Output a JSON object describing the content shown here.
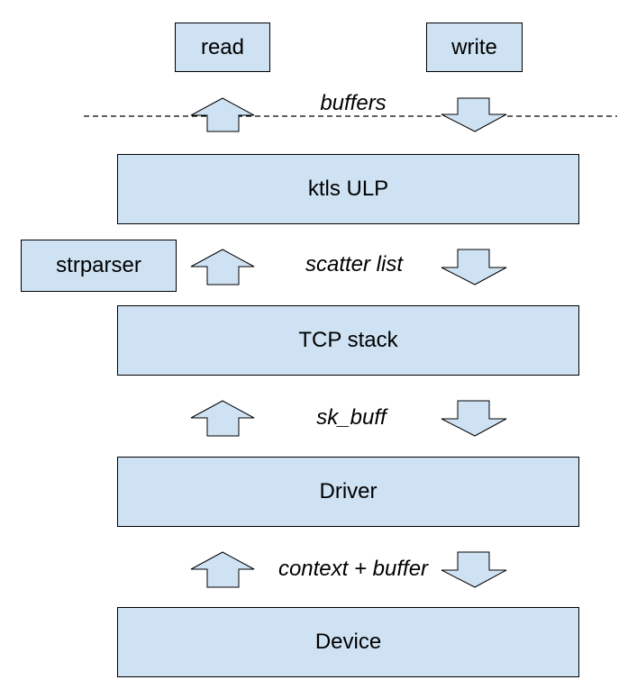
{
  "colors": {
    "box_fill": "#cfe2f3",
    "box_stroke": "#000000",
    "text": "#000000"
  },
  "boxes": {
    "read": "read",
    "write": "write",
    "ktls": "ktls ULP",
    "strparser": "strparser",
    "tcp": "TCP stack",
    "driver": "Driver",
    "device": "Device"
  },
  "edge_labels": {
    "buffers": "buffers",
    "scatter_list": "scatter list",
    "sk_buff": "sk_buff",
    "context_buffer": "context + buffer"
  },
  "icons": {
    "up_arrow": "up-arrow-icon",
    "down_arrow": "down-arrow-icon"
  }
}
